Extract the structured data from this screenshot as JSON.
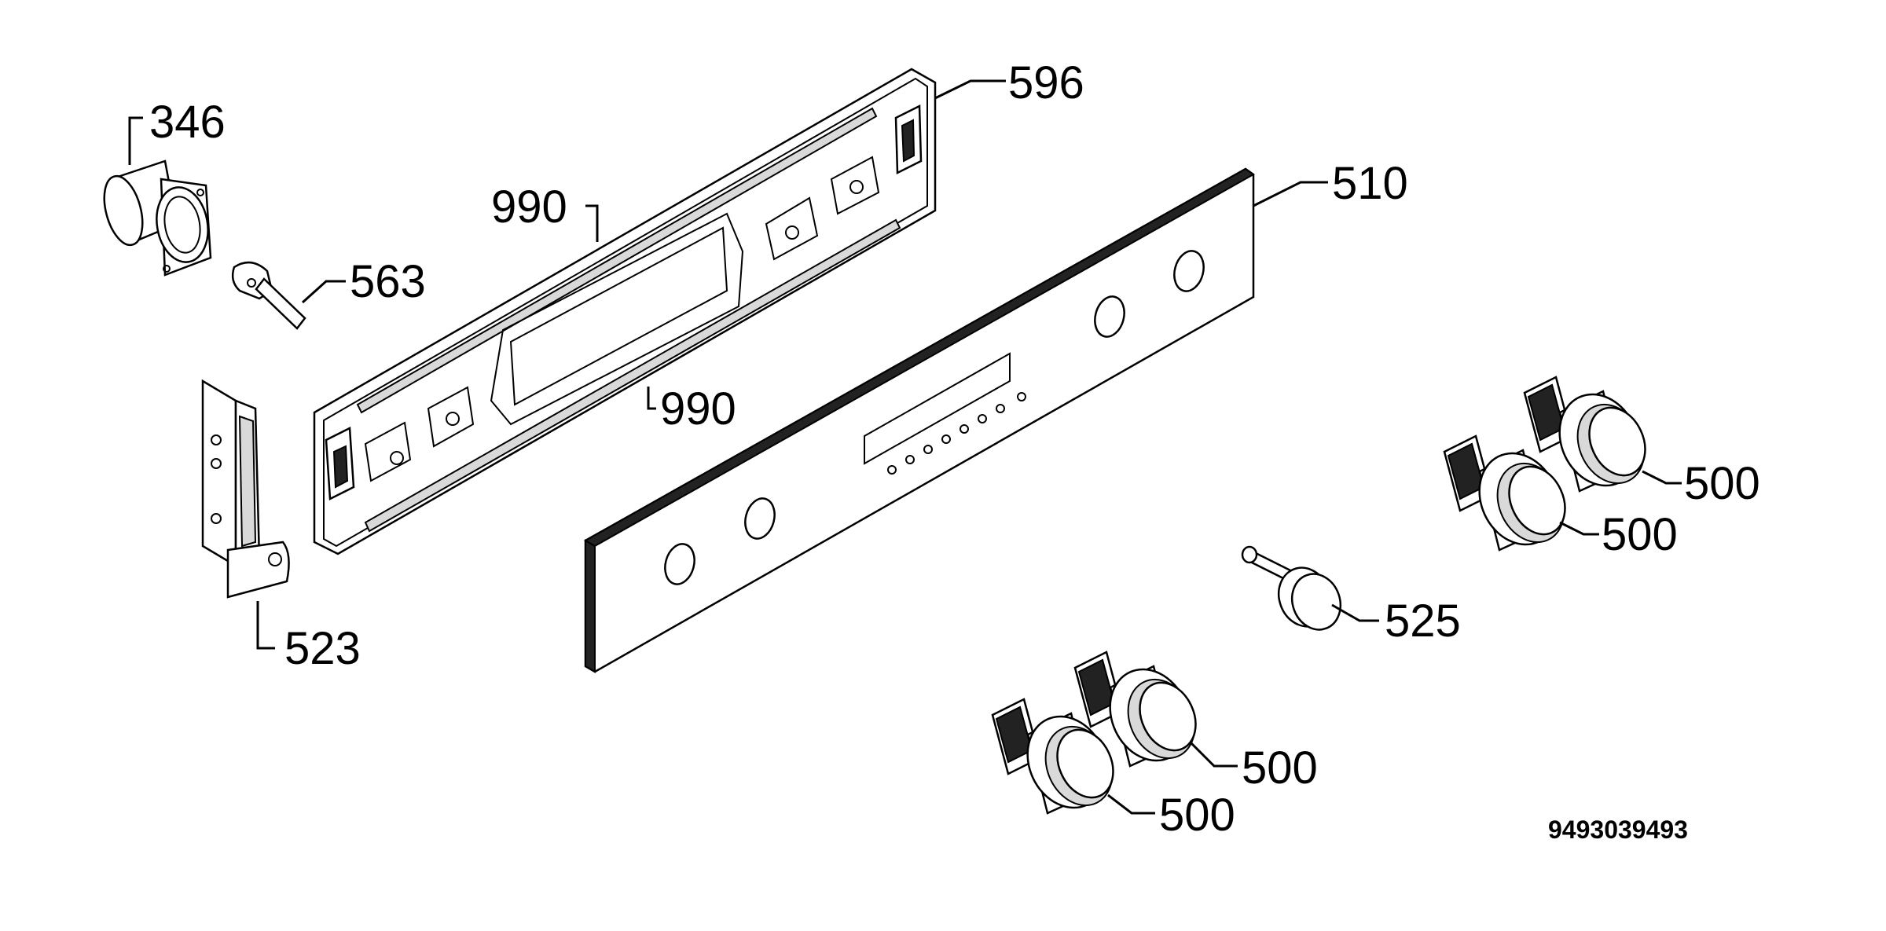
{
  "labels": {
    "p346": "346",
    "p596": "596",
    "p990_top": "990",
    "p990_bottom": "990",
    "p563": "563",
    "p510": "510",
    "p523": "523",
    "p500_a": "500",
    "p500_b": "500",
    "p525": "525",
    "p500_c": "500",
    "p500_d": "500"
  },
  "drawing_code": "9493039493"
}
